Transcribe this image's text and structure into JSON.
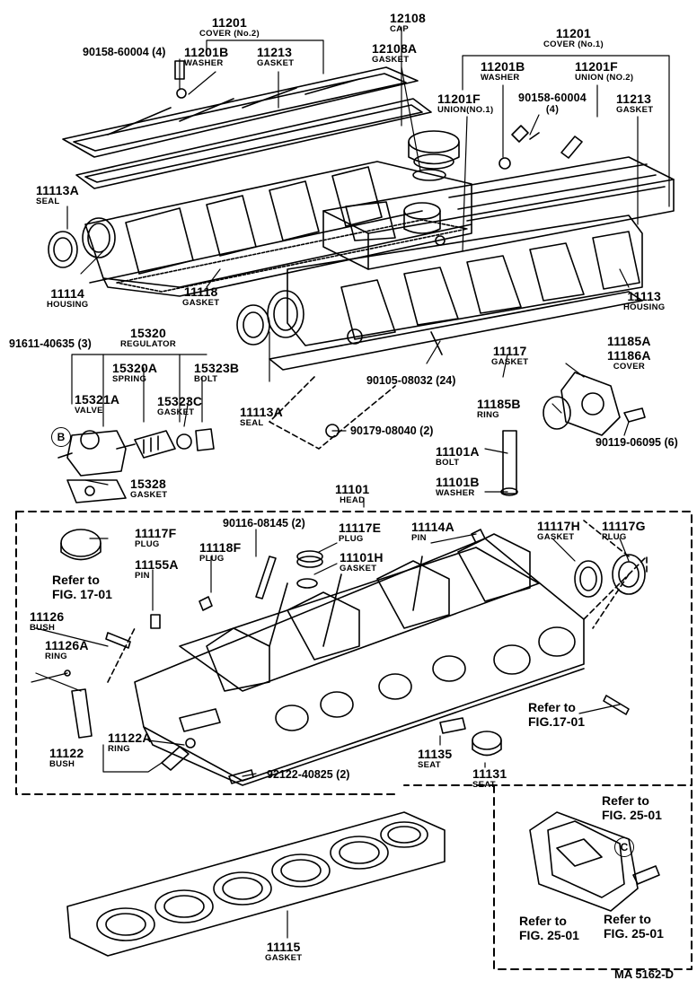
{
  "parts": [
    {
      "id": "11201-left",
      "part": "11201",
      "name": "COVER (No.2)"
    },
    {
      "id": "90158-left",
      "part": "90158-60004 (4)"
    },
    {
      "id": "11201B-left",
      "part": "11201B",
      "name": "WASHER"
    },
    {
      "id": "11213-left",
      "part": "11213",
      "name": "GASKET"
    },
    {
      "id": "12108",
      "part": "12108",
      "name": "CAP"
    },
    {
      "id": "12108A",
      "part": "12108A",
      "name": "GASKET"
    },
    {
      "id": "11201-right",
      "part": "11201",
      "name": "COVER (No.1)"
    },
    {
      "id": "11201B-right",
      "part": "11201B",
      "name": "WASHER"
    },
    {
      "id": "11201F-right",
      "part": "11201F",
      "name": "UNION (NO.2)"
    },
    {
      "id": "11201F-left",
      "part": "11201F",
      "name": "UNION(NO.1)"
    },
    {
      "id": "90158-right",
      "part": "90158-60004",
      "name": "(4)"
    },
    {
      "id": "11213-right",
      "part": "11213",
      "name": "GASKET"
    },
    {
      "id": "11113A-top",
      "part": "11113A",
      "name": "SEAL"
    },
    {
      "id": "11114",
      "part": "11114",
      "name": "HOUSING"
    },
    {
      "id": "11118",
      "part": "11118",
      "name": "GASKET"
    },
    {
      "id": "11113",
      "part": "11113",
      "name": "HOUSING"
    },
    {
      "id": "91611",
      "part": "91611-40635 (3)"
    },
    {
      "id": "15320",
      "part": "15320",
      "name": "REGULATOR"
    },
    {
      "id": "15320A",
      "part": "15320A",
      "name": "SPRING"
    },
    {
      "id": "15323B",
      "part": "15323B",
      "name": "BOLT"
    },
    {
      "id": "15321A",
      "part": "15321A",
      "name": "VALVE"
    },
    {
      "id": "15323C",
      "part": "15323C",
      "name": "GASKET"
    },
    {
      "id": "11113A-mid",
      "part": "11113A",
      "name": "SEAL"
    },
    {
      "id": "11117",
      "part": "11117",
      "name": "GASKET"
    },
    {
      "id": "90105",
      "part": "90105-08032 (24)"
    },
    {
      "id": "11185A",
      "part": "11185A"
    },
    {
      "id": "11186A",
      "part": "11186A",
      "name": "COVER"
    },
    {
      "id": "11185B",
      "part": "11185B",
      "name": "RING"
    },
    {
      "id": "90179",
      "part": "90179-08040 (2)"
    },
    {
      "id": "90119",
      "part": "90119-06095 (6)"
    },
    {
      "id": "11101A",
      "part": "11101A",
      "name": "BOLT"
    },
    {
      "id": "15328",
      "part": "15328",
      "name": "GASKET"
    },
    {
      "id": "11101B",
      "part": "11101B",
      "name": "WASHER"
    },
    {
      "id": "11101",
      "part": "11101",
      "name": "HEAD"
    },
    {
      "id": "11117F",
      "part": "11117F",
      "name": "PLUG"
    },
    {
      "id": "90116",
      "part": "90116-08145 (2)"
    },
    {
      "id": "11117E",
      "part": "11117E",
      "name": "PLUG"
    },
    {
      "id": "11114A",
      "part": "11114A",
      "name": "PIN"
    },
    {
      "id": "11117H",
      "part": "11117H",
      "name": "GASKET"
    },
    {
      "id": "11117G",
      "part": "11117G",
      "name": "PLUG"
    },
    {
      "id": "11118F",
      "part": "11118F",
      "name": "PLUG"
    },
    {
      "id": "11101H",
      "part": "11101H",
      "name": "GASKET"
    },
    {
      "id": "11155A",
      "part": "11155A",
      "name": "PIN"
    },
    {
      "id": "11126",
      "part": "11126",
      "name": "BUSH"
    },
    {
      "id": "11126A",
      "part": "11126A",
      "name": "RING"
    },
    {
      "id": "11122A",
      "part": "11122A",
      "name": "RING"
    },
    {
      "id": "11122",
      "part": "11122",
      "name": "BUSH"
    },
    {
      "id": "92122",
      "part": "92122-40825 (2)"
    },
    {
      "id": "11135",
      "part": "11135",
      "name": "SEAT"
    },
    {
      "id": "11131",
      "part": "11131",
      "name": "SEAT"
    },
    {
      "id": "11115",
      "part": "11115",
      "name": "GASKET"
    }
  ],
  "refs": {
    "fig17_left": [
      "Refer to",
      "FIG. 17-01"
    ],
    "fig17_right": [
      "Refer to",
      "FIG.17-01"
    ],
    "fig25_top": [
      "Refer to",
      "FIG. 25-01"
    ],
    "fig25_bl": [
      "Refer to",
      "FIG. 25-01"
    ],
    "fig25_br": [
      "Refer to",
      "FIG. 25-01"
    ]
  },
  "callouts": {
    "b": "B",
    "c": "C"
  },
  "drawing_code": "MA  5162-D"
}
